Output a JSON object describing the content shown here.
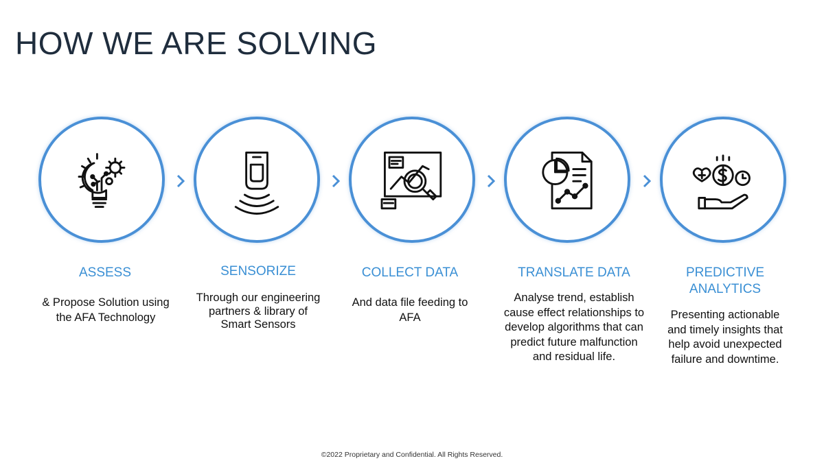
{
  "slide": {
    "title": "HOW WE ARE SOLVING",
    "footer": "©2022 Proprietary and Confidential. All Rights Reserved."
  },
  "colors": {
    "accent": "#4a90d6",
    "heading": "#1f2d3d",
    "step_title": "#3a8fd4"
  },
  "steps": [
    {
      "icon": "lightbulb-gear-icon",
      "title": "ASSESS",
      "desc": "& Propose  Solution using the AFA Technology"
    },
    {
      "icon": "sensor-wave-icon",
      "title": "SENSORIZE",
      "desc": "Through our engineering partners & library of Smart Sensors"
    },
    {
      "icon": "data-magnifier-icon",
      "title": "COLLECT DATA",
      "desc": "And data file feeding to AFA"
    },
    {
      "icon": "report-chart-icon",
      "title": "TRANSLATE DATA",
      "desc": "Analyse trend, establish cause effect relationships to develop algorithms that can predict future malfunction and residual life."
    },
    {
      "icon": "hand-dollar-icon",
      "title": "PREDICTIVE ANALYTICS",
      "desc": "Presenting actionable and timely insights that help avoid unexpected failure and downtime."
    }
  ]
}
